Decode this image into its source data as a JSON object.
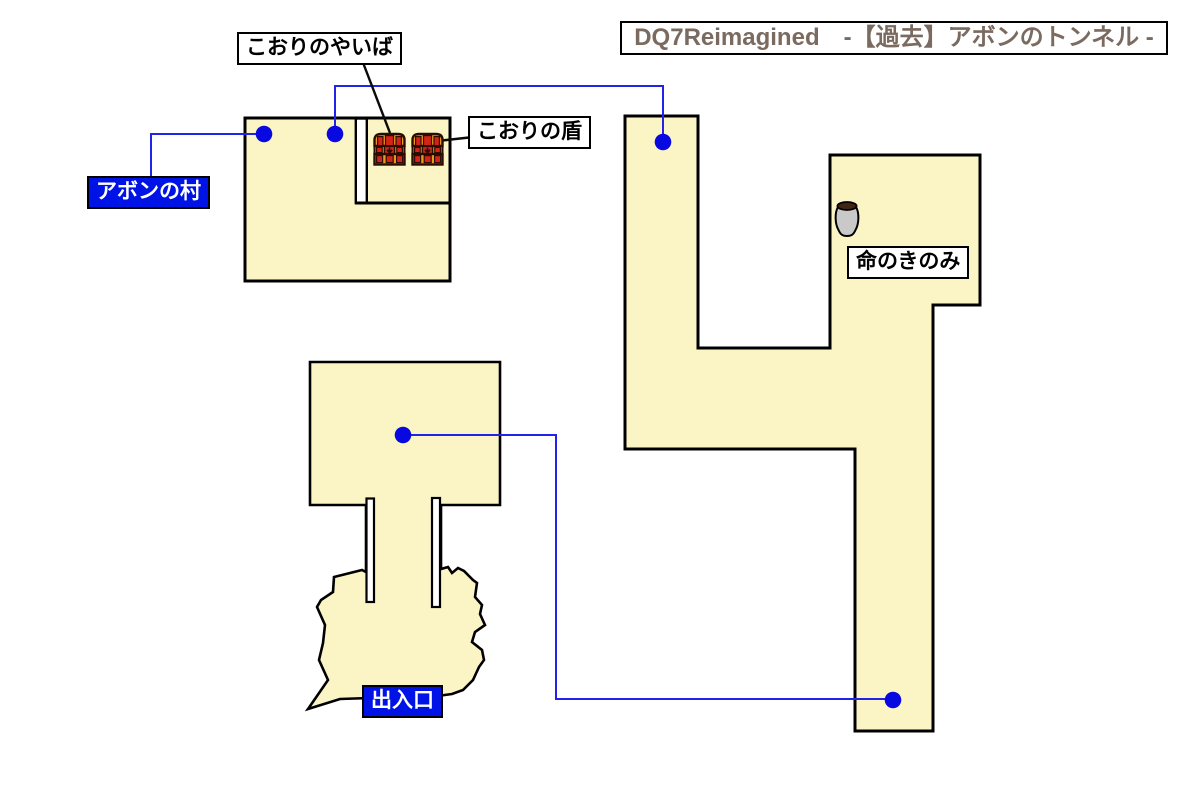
{
  "title": {
    "label": "DQ7Reimagined　-【過去】アボンのトンネル -"
  },
  "map": {
    "labels": {
      "ice_blade": "こおりのやいば",
      "ice_shield": "こおりの盾",
      "abon_village": "アボンの村",
      "life_seed": "命のきのみ",
      "entrance": "出入口"
    },
    "icons": {
      "treasure_chest": "treasure-chest-icon",
      "treasure_chest_count": 2,
      "pot": "pot-icon",
      "route_dot_count": 5
    },
    "colors": {
      "floor_fill": "#FBF5C6",
      "outline": "#000000",
      "route_blue_line": "#2222E8",
      "route_blue_dot": "#0808E0",
      "label_blue_bg": "#0013E6",
      "title_text": "#7A6A5F",
      "chest_red": "#D6231A",
      "chest_gold": "#E89B1A",
      "pot_gray": "#C9C9C9"
    }
  }
}
